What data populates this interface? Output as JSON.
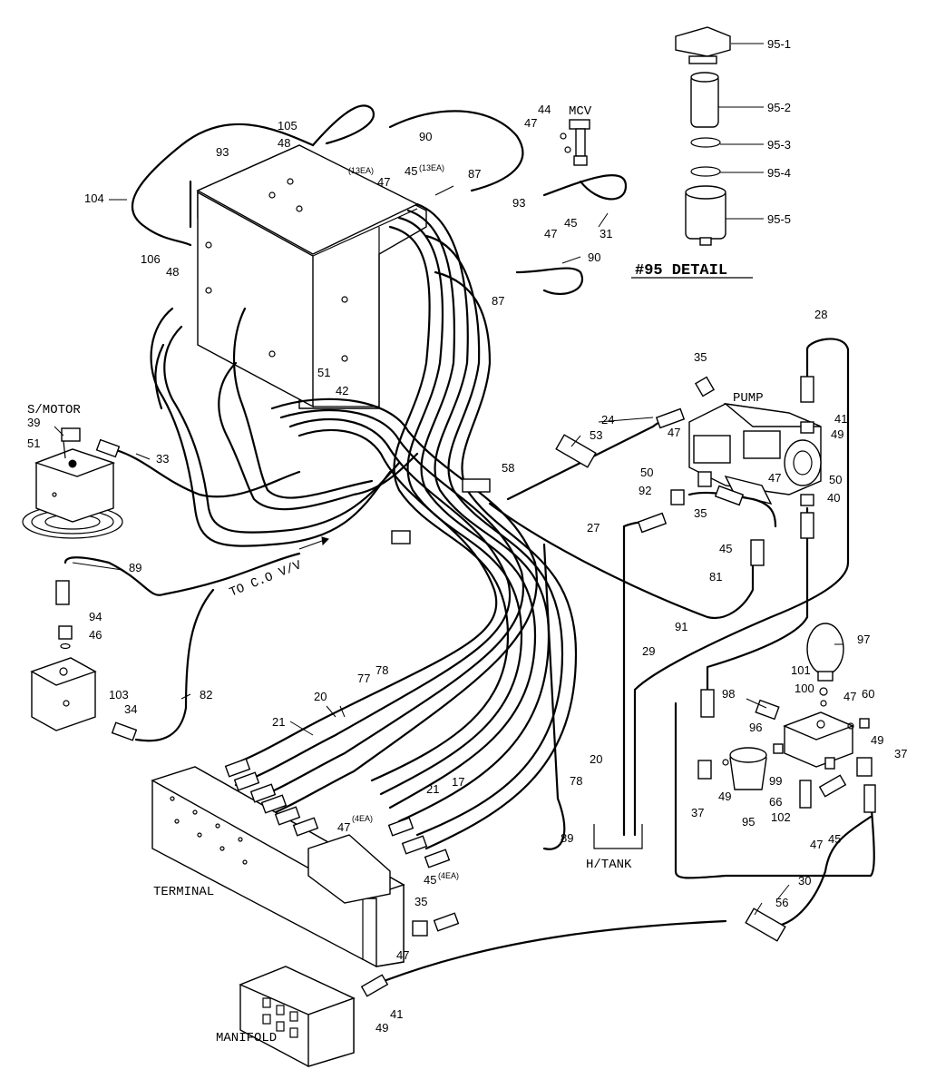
{
  "components": {
    "s_motor": "S/MOTOR",
    "pump": "PUMP",
    "mcv": "MCV",
    "terminal": "TERMINAL",
    "manifold": "MANIFOLD",
    "h_tank": "H/TANK",
    "to_cov": "TO C.O V/V"
  },
  "detail": {
    "title": "#95 DETAIL",
    "parts": [
      "95-1",
      "95-2",
      "95-3",
      "95-4",
      "95-5"
    ]
  },
  "part_labels": {
    "p105": "105",
    "p48a": "48",
    "p90a": "90",
    "p93a": "93",
    "p104": "104",
    "p47a": "47",
    "p13ea": "(13EA)",
    "p45a": "45",
    "p13eb": "(13EA)",
    "p87a": "87",
    "p44": "44",
    "p47b": "47",
    "p93b": "93",
    "p45b": "45",
    "p47c": "47",
    "p31": "31",
    "p90b": "90",
    "p87b": "87",
    "p106": "106",
    "p48b": "48",
    "p51a": "51",
    "p42": "42",
    "p39": "39",
    "p51b": "51",
    "p33": "33",
    "p35a": "35",
    "p24": "24",
    "p53": "53",
    "p58": "58",
    "p47d": "47",
    "p28": "28",
    "p41a": "41",
    "p49a": "49",
    "p50a": "50",
    "p47e": "47",
    "p50b": "50",
    "p40": "40",
    "p92": "92",
    "p35b": "35",
    "p27": "27",
    "p45c": "45",
    "p81": "81",
    "p89a": "89",
    "p94": "94",
    "p46": "46",
    "p103": "103",
    "p34": "34",
    "p82": "82",
    "p91": "91",
    "p29": "29",
    "p97": "97",
    "p101": "101",
    "p100": "100",
    "p98": "98",
    "p47f": "47",
    "p60": "60",
    "p96": "96",
    "p49b": "49",
    "p37a": "37",
    "p37b": "37",
    "p49c": "49",
    "p99": "99",
    "p66": "66",
    "p95": "95",
    "p102": "102",
    "p47g": "47",
    "p45d": "45",
    "p20a": "20",
    "p77": "77",
    "p78a": "78",
    "p21a": "21",
    "p20b": "20",
    "p78b": "78",
    "p21b": "21",
    "p17": "17",
    "p47h": "47",
    "p4eaa": "(4EA)",
    "p45e": "45",
    "p4eab": "(4EA)",
    "p89b": "89",
    "p35c": "35",
    "p47i": "47",
    "p30": "30",
    "p56": "56",
    "p41b": "41",
    "p49d": "49"
  }
}
